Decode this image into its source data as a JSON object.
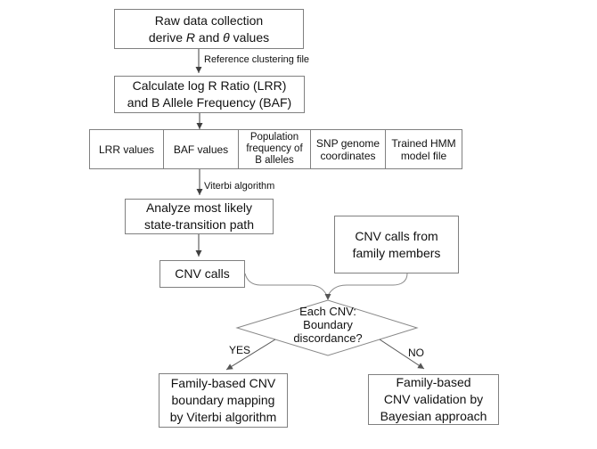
{
  "diagram": {
    "top_box": {
      "line1": "Raw data collection",
      "line2_prefix": "derive ",
      "line2_var1": "R",
      "line2_mid": " and ",
      "line2_var2": "θ",
      "line2_suffix": " values"
    },
    "reference_label": "Reference clustering file",
    "calc_box": {
      "line1": "Calculate log R Ratio (LRR)",
      "line2": "and B Allele Frequency (BAF)"
    },
    "inputs_row": [
      "LRR values",
      "BAF values",
      "Population frequency of B alleles",
      "SNP genome coordinates",
      "Trained HMM model file"
    ],
    "viterbi_label": "Viterbi algorithm",
    "analyze_box": {
      "line1": "Analyze most likely",
      "line2": "state-transition path"
    },
    "cnv_calls_box": "CNV calls",
    "family_calls_box": {
      "line1": "CNV calls from",
      "line2": "family members"
    },
    "decision": {
      "line1": "Each CNV:",
      "line2": "Boundary",
      "line3": "discordance?"
    },
    "yes_label": "YES",
    "no_label": "NO",
    "yes_box": {
      "line1": "Family-based CNV",
      "line2": "boundary mapping",
      "line3": "by Viterbi algorithm"
    },
    "no_box": {
      "line1": "Family-based",
      "line2": "CNV validation by",
      "line3": "Bayesian approach"
    },
    "colors": {
      "box_border": "#808080",
      "connector": "#888888",
      "arrow": "#404040",
      "text": "#111111",
      "background": "#ffffff"
    }
  }
}
